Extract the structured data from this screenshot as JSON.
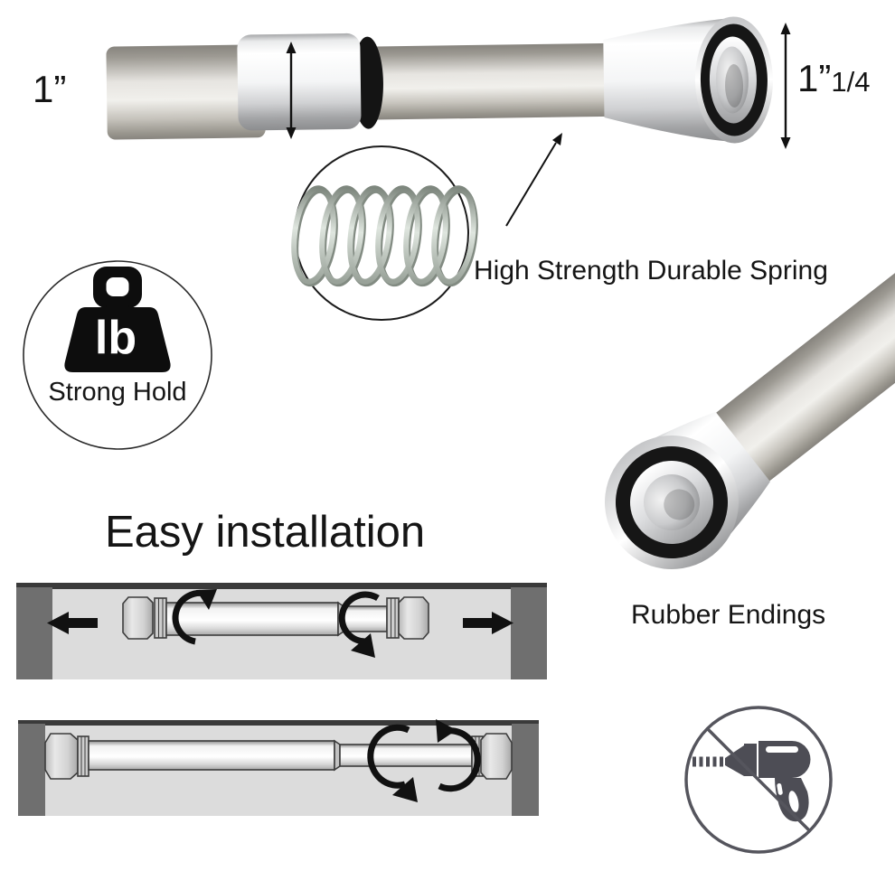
{
  "measurements": {
    "left_diameter": "1”",
    "right_diameter": "1”",
    "right_diameter_fraction": "1/4"
  },
  "captions": {
    "spring": "High Strength Durable Spring",
    "weight_unit": "lb",
    "strong_hold": "Strong Hold",
    "installation_heading": "Easy installation",
    "rubber": "Rubber Endings"
  },
  "icons": {
    "spring": "spring-icon",
    "weight": "weight-icon",
    "no_drill": "no-drill-icon",
    "measure": "double-arrow-icon",
    "rotate": "rotate-arrow-icon",
    "outward": "outward-arrow-icon"
  },
  "colors": {
    "background": "#ffffff",
    "text": "#151515",
    "outline_black": "#1c1c1c",
    "wall_gray": "#6f6f6f",
    "panel_gray": "#dcdcdc",
    "panel_edge_dark": "#3a3a3a",
    "rubber_black": "#161616",
    "drill_gray": "#4d4d55",
    "chrome_highlight": "#ffffff",
    "chrome_shadow": "#8c8d8f",
    "nickel_light": "#f1f0ec",
    "nickel_dark": "#87847e"
  }
}
